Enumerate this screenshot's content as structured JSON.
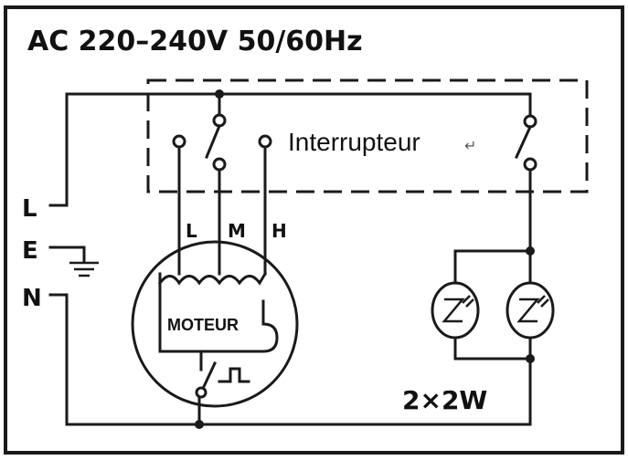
{
  "title": "AC 220–240V 50/60Hz",
  "supply": {
    "line": "L",
    "earth": "E",
    "neutral": "N"
  },
  "switch_box": {
    "label": "Interrupteur"
  },
  "motor": {
    "label": "MOTEUR",
    "speeds": {
      "low": "L",
      "medium": "M",
      "high": "H"
    }
  },
  "lamps": {
    "rating": "2×2W"
  }
}
